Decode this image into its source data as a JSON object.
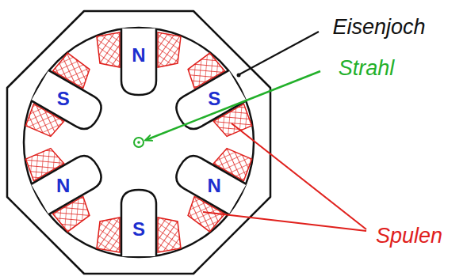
{
  "diagram": {
    "labels": [
      "N",
      "S",
      "N",
      "S",
      "N",
      "S",
      "Eisenjoch",
      "Strahl",
      "Spulen"
    ]
  }
}
